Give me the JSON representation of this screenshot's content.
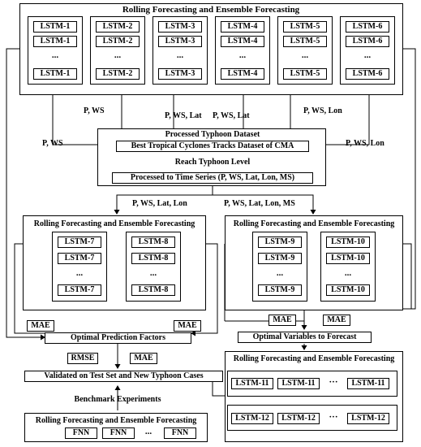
{
  "top_group": {
    "title": "Rolling Forecasting and Ensemble Forecasting",
    "columns": [
      {
        "models": [
          "LSTM-1",
          "LSTM-1",
          "LSTM-1"
        ]
      },
      {
        "models": [
          "LSTM-2",
          "LSTM-2",
          "LSTM-2"
        ]
      },
      {
        "models": [
          "LSTM-3",
          "LSTM-3",
          "LSTM-3"
        ]
      },
      {
        "models": [
          "LSTM-4",
          "LSTM-4",
          "LSTM-4"
        ]
      },
      {
        "models": [
          "LSTM-5",
          "LSTM-5",
          "LSTM-5"
        ]
      },
      {
        "models": [
          "LSTM-6",
          "LSTM-6",
          "LSTM-6"
        ]
      }
    ]
  },
  "ellipsis": "...",
  "ellipsis_wide": "···",
  "input_labels": {
    "p_ws_left": "P, WS",
    "p_ws_mid": "P, WS",
    "p_ws_lat_1": "P, WS, Lat",
    "p_ws_lat_2": "P, WS, Lat",
    "p_ws_lon_mid": "P, WS, Lon",
    "p_ws_lon_right": "P, WS, Lon",
    "p_ws_lat_lon": "P, WS, Lat, Lon",
    "p_ws_lat_lon_ms": "P, WS, Lat, Lon, MS"
  },
  "dataset": {
    "title": "Processed Typhoon Dataset",
    "source": "Best Tropical Cyclones Tracks Dataset of CMA",
    "step": "Reach Typhoon Level",
    "processed": "Processed to Time Series (P, WS, Lat, Lon, MS)"
  },
  "mid_left_group": {
    "title": "Rolling Forecasting and Ensemble Forecasting",
    "columns": [
      {
        "models": [
          "LSTM-7",
          "LSTM-7",
          "LSTM-7"
        ]
      },
      {
        "models": [
          "LSTM-8",
          "LSTM-8",
          "LSTM-8"
        ]
      }
    ]
  },
  "mid_right_group": {
    "title": "Rolling Forecasting and Ensemble Forecasting",
    "columns": [
      {
        "models": [
          "LSTM-9",
          "LSTM-9",
          "LSTM-9"
        ]
      },
      {
        "models": [
          "LSTM-10",
          "LSTM-10",
          "LSTM-10"
        ]
      }
    ]
  },
  "metrics": {
    "mae_left_1": "MAE",
    "mae_left_2": "MAE",
    "mae_right_1": "MAE",
    "mae_right_2": "MAE",
    "rmse": "RMSE",
    "mae_bottom": "MAE"
  },
  "optimal_factors": "Optimal Prediction Factors",
  "optimal_variables": "Optimal Variables to Forecast",
  "validated": "Validated on Test Set and New Typhoon Cases",
  "benchmark": "Benchmark Experiments",
  "bottom_right_group": {
    "title": "Rolling Forecasting and Ensemble Forecasting",
    "row1": [
      "LSTM-11",
      "LSTM-11",
      "LSTM-11"
    ],
    "row2": [
      "LSTM-12",
      "LSTM-12",
      "LSTM-12"
    ]
  },
  "bottom_left_group": {
    "title": "Rolling Forecasting and Ensemble Forecasting",
    "models": [
      "FNN",
      "FNN",
      "FNN"
    ]
  }
}
